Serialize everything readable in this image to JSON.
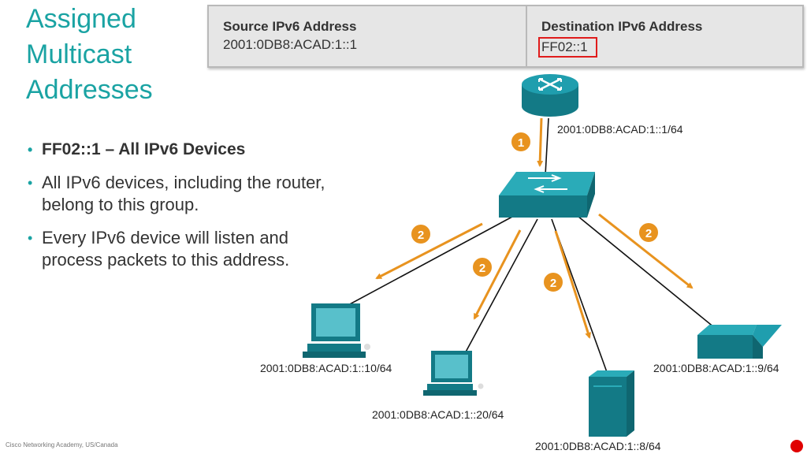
{
  "title": {
    "line1": "Assigned",
    "line2": "Multicast",
    "line3": "Addresses"
  },
  "header": {
    "source_label": "Source IPv6 Address",
    "source_value": "2001:0DB8:ACAD:1::1",
    "destination_label": "Destination IPv6 Address",
    "destination_value": "FF02::1"
  },
  "bullets": [
    "FF02::1 – All IPv6 Devices",
    "All IPv6 devices, including the router, belong to this group.",
    "Every IPv6 device will listen and process packets to this address."
  ],
  "diagram": {
    "router_ip": "2001:0DB8:ACAD:1::1/64",
    "pc1_ip": "2001:0DB8:ACAD:1::10/64",
    "pc2_ip": "2001:0DB8:ACAD:1::20/64",
    "server_ip": "2001:0DB8:ACAD:1::8/64",
    "printer_ip": "2001:0DB8:ACAD:1::9/64",
    "step1": "1",
    "step2": "2"
  },
  "footer": "Cisco Networking Academy, US/Canada",
  "colors": {
    "teal": "#1aa3a3",
    "orange": "#e8931f",
    "highlight": "#e01c1c"
  }
}
